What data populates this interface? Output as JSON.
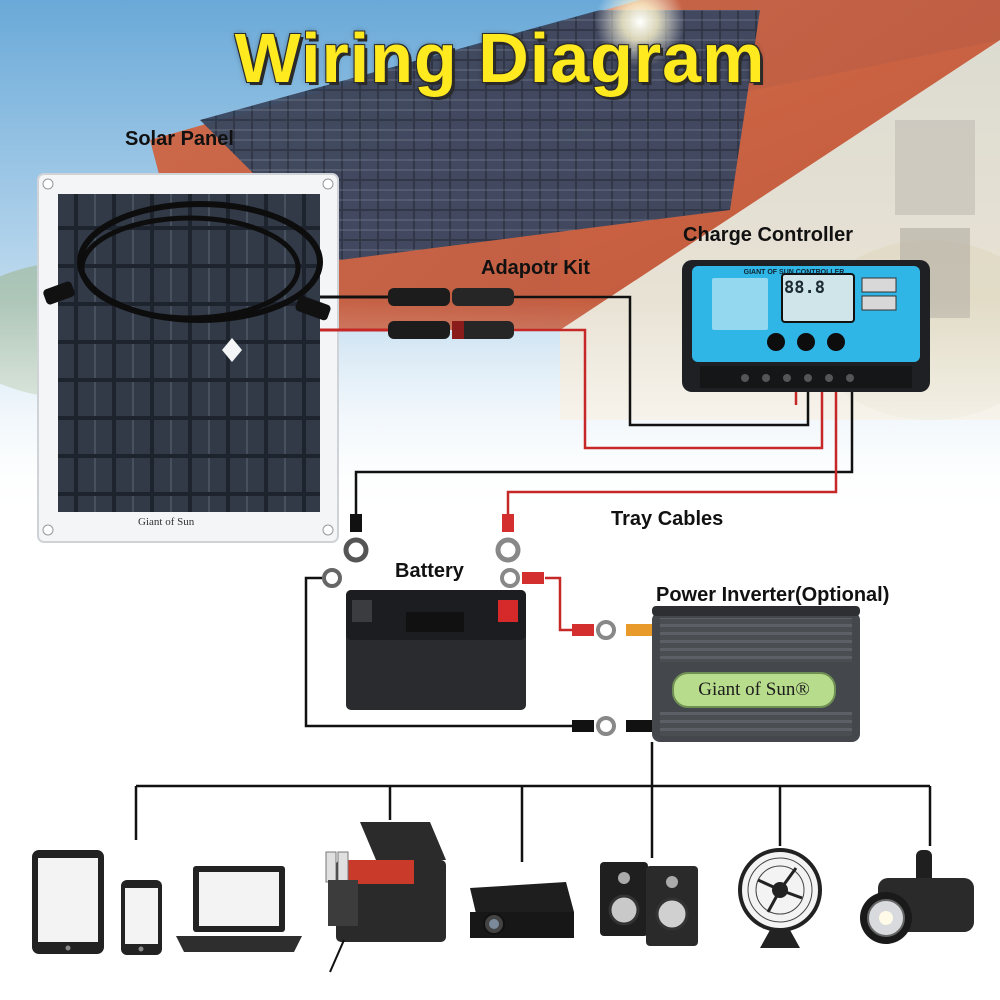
{
  "title": "Wiring Diagram",
  "labels": {
    "solar_panel": "Solar Panel",
    "adapter_kit": "Adapotr Kit",
    "charge_controller": "Charge Controller",
    "tray_cables": "Tray Cables",
    "battery": "Battery",
    "power_inverter": "Power Inverter(Optional)"
  },
  "branding": {
    "inverter": "Giant of Sun®",
    "controller": "GIANT OF SUN CONTROLLER",
    "controller_lcd": "88.8",
    "panel": "Giant of Sun"
  },
  "devices": [
    "tablet",
    "phone",
    "laptop",
    "car-fridge",
    "projector",
    "speakers",
    "fan",
    "flashlight"
  ],
  "colors": {
    "title": "#ffea1f",
    "positive_wire": "#c62828",
    "negative_wire": "#111111",
    "controller_screen": "#2fb6e6",
    "inverter_label": "#b7dc8c"
  }
}
